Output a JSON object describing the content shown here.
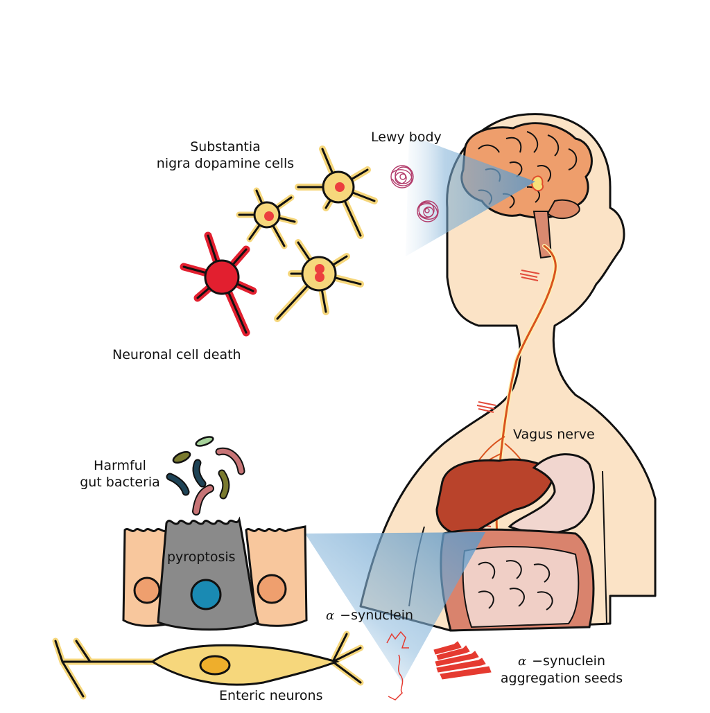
{
  "figure": {
    "title": "Gut-brain axis in Parkinson's disease",
    "colors": {
      "skin": "#fbe3c6",
      "outline": "#111111",
      "brain": "#ee9e6c",
      "brainstem": "#d98a70",
      "neuron_yellow": "#f6d77c",
      "dead_neuron": "#e21f2f",
      "lewy_body": "#b23a6a",
      "liver": "#b9432b",
      "stomach": "#f1d6cf",
      "intestine": "#d9836d",
      "small_intestine": "#f0cfc6",
      "vagus_nerve": "#d9531e",
      "highlight_beam": "#7fb0d6",
      "epithelial_cell": "#f8c79d",
      "epithelial_nucleus": "#ef9f6e",
      "pyroptotic_cell": "#8a8a8a",
      "pyroptotic_nucleus": "#1a8ab3",
      "enteric_neuron": "#f6d77c",
      "enteric_nucleus": "#eeae2c",
      "synuclein": "#e53a30",
      "bacteria": [
        "#a6d29a",
        "#7a7a2e",
        "#1e4356",
        "#c77476"
      ]
    }
  },
  "labels": {
    "substantia_line1": "Substantia",
    "substantia_line2": "nigra dopamine cells",
    "lewy_body": "Lewy body",
    "neuronal_death": "Neuronal cell death",
    "vagus_nerve": "Vagus nerve",
    "bacteria_line1": "Harmful",
    "bacteria_line2": "gut bacteria",
    "pyroptosis": "pyroptosis",
    "alpha": "α",
    "synuclein": "−synuclein",
    "seeds_line1": "−synuclein",
    "seeds_line2": "aggregation seeds",
    "enteric_neurons": "Enteric neurons"
  }
}
